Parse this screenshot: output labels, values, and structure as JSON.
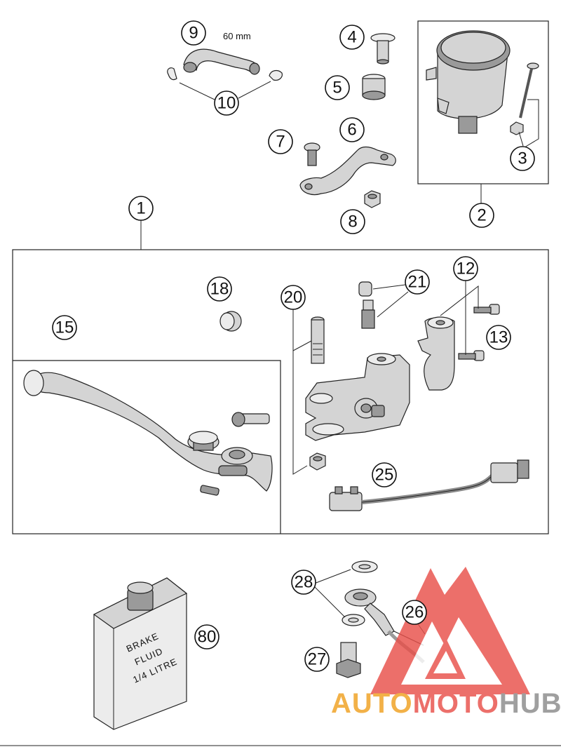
{
  "callouts": {
    "n1": "1",
    "n2": "2",
    "n3": "3",
    "n4": "4",
    "n5": "5",
    "n6": "6",
    "n7": "7",
    "n8": "8",
    "n9": "9",
    "n10": "10",
    "n12": "12",
    "n13": "13",
    "n15": "15",
    "n18": "18",
    "n20": "20",
    "n21": "21",
    "n25": "25",
    "n26": "26",
    "n27": "27",
    "n28": "28",
    "n80": "80"
  },
  "hose_length_label": "60 mm",
  "bottle_label": [
    "BRAKE",
    "FLUID",
    "1/4 LITRE"
  ],
  "watermark": {
    "part1": "AUTO",
    "part2": "MOTO",
    "part3": "HUB",
    "color_orange": "#f0a020",
    "color_red": "#e8504a",
    "color_gray": "#8a8a8a"
  }
}
